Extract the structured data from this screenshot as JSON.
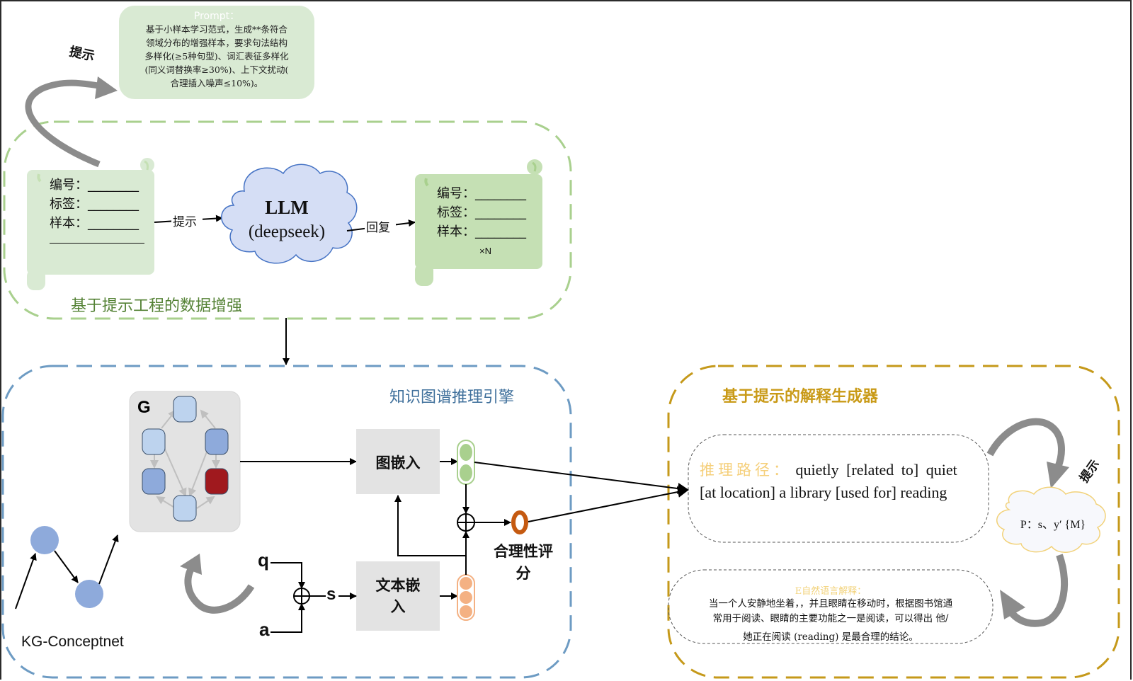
{
  "prompt_box": {
    "title": "Prompt：",
    "lines": [
      "基于小样本学习范式，生成**条符合",
      "领域分布的增强样本，要求句法结构",
      "多样化(≥5种句型)、词汇表征多样化",
      "(同义词替换率≥30%)、上下文扰动(",
      "合理插入噪声≤10%)。"
    ]
  },
  "hint_labels": {
    "top_loop": "提示",
    "to_llm": "提示",
    "from_llm": "回复",
    "right_loop": "提示"
  },
  "data_augmentation": {
    "title": "基于提示工程的数据增强",
    "input_form": {
      "fields": [
        "编号：",
        "标签：",
        "样本："
      ],
      "blank": "________"
    },
    "llm": {
      "name": "LLM",
      "model": "(deepseek)"
    },
    "output_form": {
      "fields": [
        "编号：",
        "标签：",
        "样本："
      ],
      "blank": "________",
      "multiplier": "×N"
    }
  },
  "kg_engine": {
    "title": "知识图谱推理引擎",
    "graph_label": "G",
    "kg_source": "KG-Conceptnet",
    "graph_embedding": "图嵌入",
    "text_embedding_lines": [
      "文本嵌",
      "入"
    ],
    "input_q": "q",
    "input_a": "a",
    "combined_s": "s",
    "score_lines": [
      "合理性评",
      "分"
    ]
  },
  "explanation_generator": {
    "title": "基于提示的解释生成器",
    "reasoning_path": {
      "label": "推理路径：",
      "line1": "quietly [related to] quiet",
      "line2": "[at location] a library [used for] reading"
    },
    "prompt_cloud": "P：s、y′ {M}",
    "natural_language": {
      "title": "E自然语言解释：",
      "lines": [
        "当一个人安静地坐着，，并且眼睛在移动时，根据图书馆通",
        "常用于阅读、眼睛的主要功能之一是阅读，可以得出 他/",
        "她正在阅读 (reading) 是最合理的结论。"
      ]
    }
  },
  "colors": {
    "green_section": "#a9d08e",
    "green_title": "#548235",
    "blue_section": "#6d9bc3",
    "blue_title": "#41719c",
    "gold_section": "#c5991a",
    "gold_title": "#c99a17",
    "scroll_fill": "#c5e0b4",
    "scroll_fill_light": "#d9ead3",
    "cloud_fill": "#d5def5",
    "cloud_stroke": "#4472c4",
    "node_light": "#bdd3ee",
    "node_mid": "#8eaadb",
    "node_red": "#a0191e",
    "score_orange": "#c55a11",
    "text_node_orange": "#f4b183",
    "gray_arrow": "#8c8c8c"
  }
}
